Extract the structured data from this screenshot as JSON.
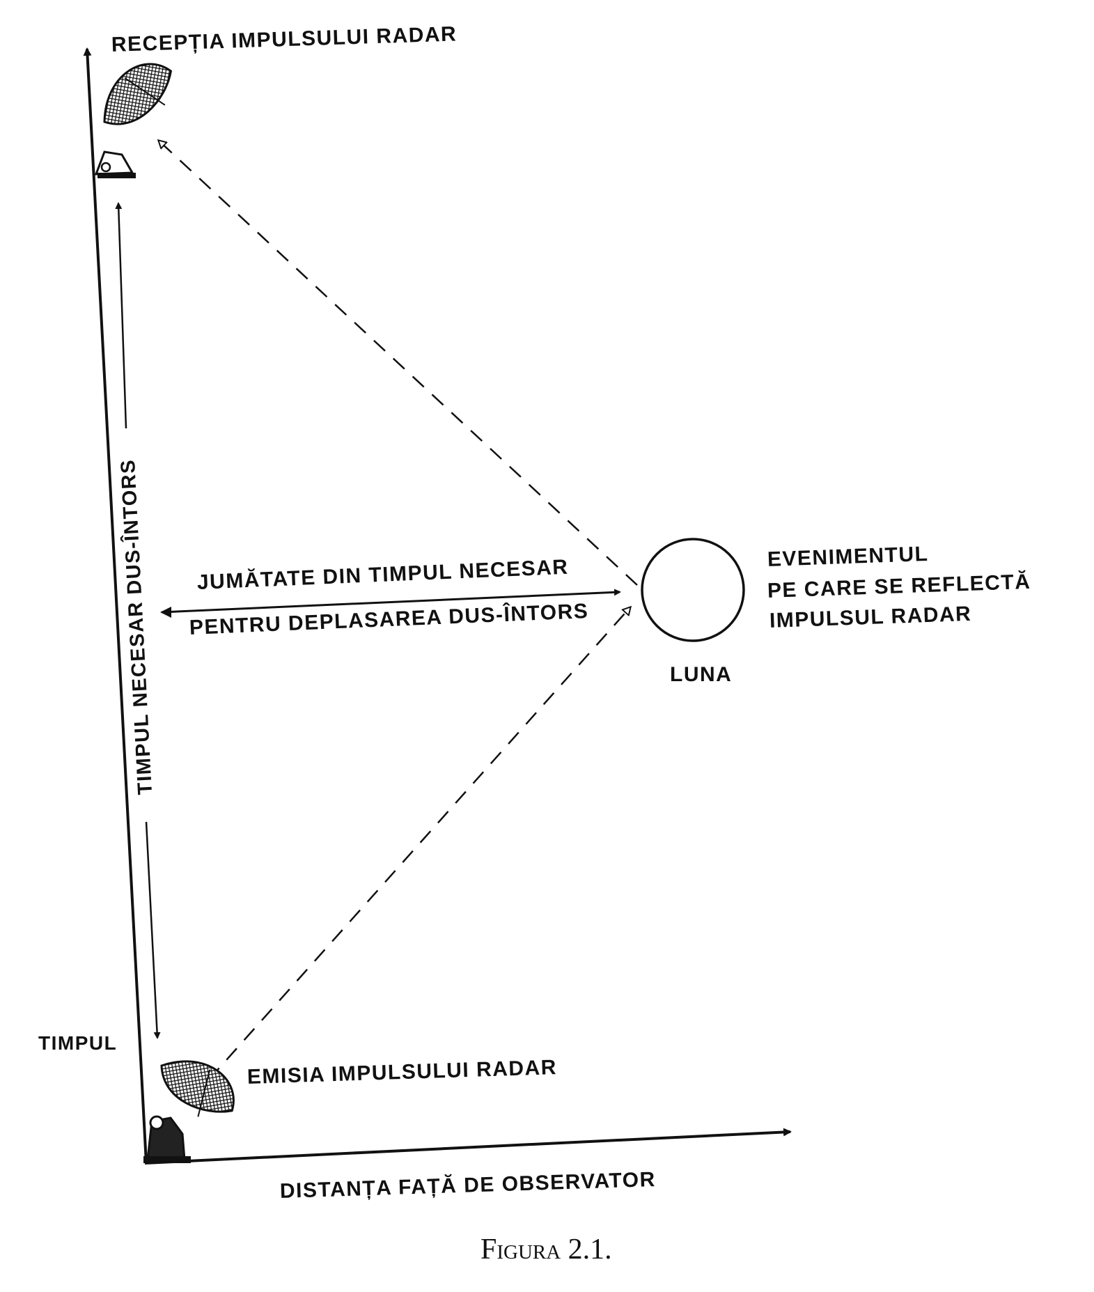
{
  "labels": {
    "reception": "RECEPȚIA IMPULSULUI RADAR",
    "round_trip_time": "TIMPUL NECESAR DUS-ÎNTORS",
    "half_time_line1": "JUMĂTATE DIN TIMPUL NECESAR",
    "half_time_line2": "PENTRU DEPLASAREA DUS-ÎNTORS",
    "event_line1": "EVENIMENTUL",
    "event_line2": "PE CARE SE REFLECTĂ",
    "event_line3": "IMPULSUL RADAR",
    "moon": "LUNA",
    "time_axis": "TIMPUL",
    "emission": "EMISIA IMPULSULUI RADAR",
    "distance_axis": "DISTANȚA FAȚĂ DE OBSERVATOR",
    "caption": "Figura 2.1."
  },
  "colors": {
    "ink": "#111111",
    "paper": "#ffffff"
  },
  "icons": {
    "emitter": "radar-dish-icon",
    "receiver": "radar-dish-icon"
  }
}
